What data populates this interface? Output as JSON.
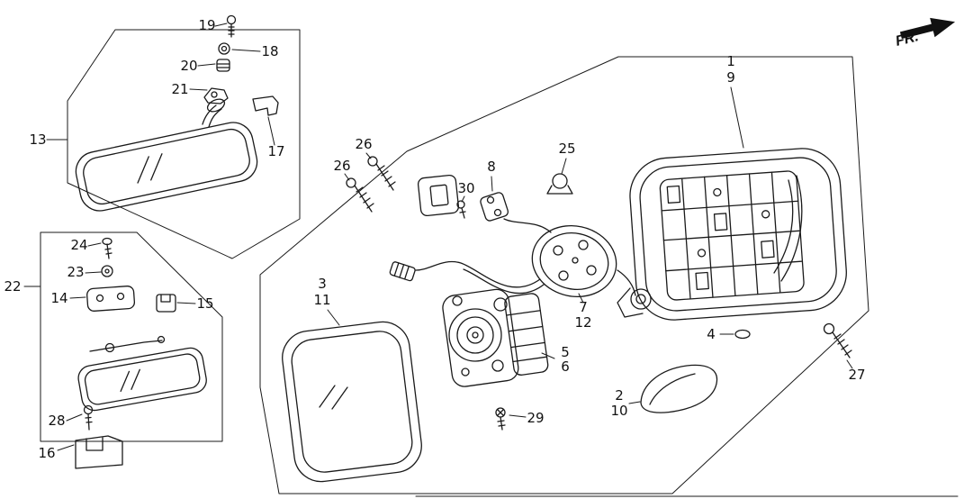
{
  "diagram": {
    "fr_label": "FR.",
    "callouts": {
      "c1": "1",
      "c2": "2",
      "c3": "3",
      "c4": "4",
      "c5": "5",
      "c6": "6",
      "c7": "7",
      "c8": "8",
      "c9": "9",
      "c10": "10",
      "c11": "11",
      "c12": "12",
      "c13": "13",
      "c14": "14",
      "c15": "15",
      "c16": "16",
      "c17": "17",
      "c18": "18",
      "c19": "19",
      "c20": "20",
      "c21": "21",
      "c22": "22",
      "c23": "23",
      "c24": "24",
      "c25": "25",
      "c26a": "26",
      "c26b": "26",
      "c27": "27",
      "c28": "28",
      "c29": "29",
      "c30": "30"
    }
  }
}
